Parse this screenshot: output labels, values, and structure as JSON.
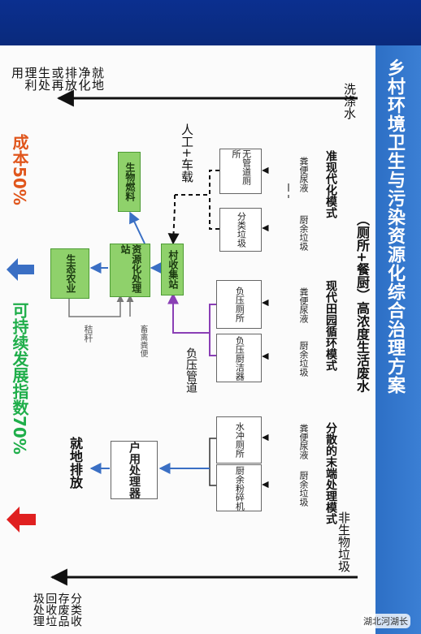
{
  "header": {
    "title": "乡村环境卫生与污染资源化综合治理方案",
    "subtitle": "（厕所+餐厨）高浓度生活废水"
  },
  "axis": {
    "top_label": "洗涤水",
    "bottom_label": "非生物垃圾",
    "left_top": "就地净化排放或再生处理利用",
    "left_bottom": "分类收存废品回收垃圾处理"
  },
  "modes": [
    {
      "name": "准现代化模式"
    },
    {
      "name": "现代田园循环模式"
    },
    {
      "name": "分散的末端处理模式"
    }
  ],
  "sources": [
    {
      "label": "粪便尿液"
    },
    {
      "label": "厨余垃圾"
    },
    {
      "label": "粪便尿液"
    },
    {
      "label": "厨余垃圾"
    },
    {
      "label": "粪便尿液"
    },
    {
      "label": "厨余垃圾"
    }
  ],
  "devices": [
    {
      "label": "无管道厕所"
    },
    {
      "label": "分类垃圾"
    },
    {
      "label": "负压厕所"
    },
    {
      "label": "负压厨洁器"
    },
    {
      "label": "水冲厕所"
    },
    {
      "label": "厨余粉碎机"
    }
  ],
  "process": {
    "manual": "人工+车载",
    "negative_pipe": "负压管道",
    "collection_station": "村收集站",
    "resource_station": "资源化处理站",
    "bio_fuel": "生物燃料",
    "eco_agri": "生态农业",
    "livestock_manure": "畜禽粪便",
    "straw": "秸秆",
    "household_processor": "户用处理器",
    "local_discharge": "就地排放"
  },
  "indicators": {
    "cost": "成本50%",
    "sustain": "可持续发展指数70%"
  },
  "watermark": "湖北河湖长",
  "colors": {
    "blue_bar": "#0b2f8f",
    "title_bar": "#3b7fd4",
    "green_box": "#8fd16b",
    "cost_text": "#e0561c",
    "sustain_text": "#1fae4a",
    "purple_line": "#8a3fb5",
    "blue_arrow": "#3a6fc4",
    "red_arrow": "#e02020"
  }
}
